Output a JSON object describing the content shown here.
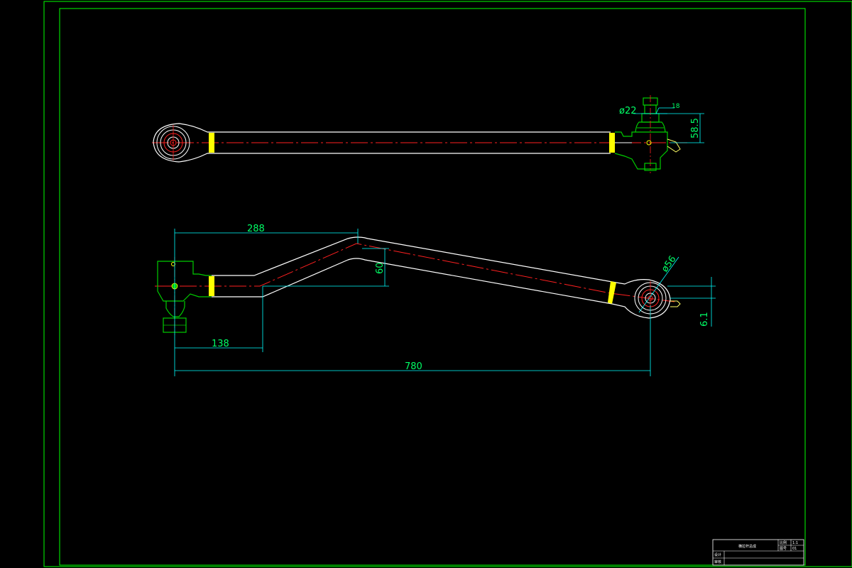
{
  "colors": {
    "background": "#000000",
    "frame": "#00ff00",
    "outline": "#ffffff",
    "centerline": "#ff2020",
    "dimension": "#00ffff",
    "dimension_text": "#00ff66",
    "hardware": "#00cc00",
    "collar": "#ffff00"
  },
  "top_view": {
    "dia_ball": "ø22",
    "dim_small": "18",
    "dim_height": "58.5"
  },
  "front_view": {
    "dim_bend": "288",
    "dim_offset": "60",
    "dim_eye_dia": "ø56",
    "dim_straight": "138",
    "dim_total": "780",
    "dim_drop": "6.1"
  },
  "title_block": {
    "name": "横拉杆总成",
    "cell_a": "比例",
    "cell_b": "1:1",
    "cell_c": "图号",
    "cell_d": "01",
    "cell_e": "设计",
    "cell_f": "审核"
  }
}
